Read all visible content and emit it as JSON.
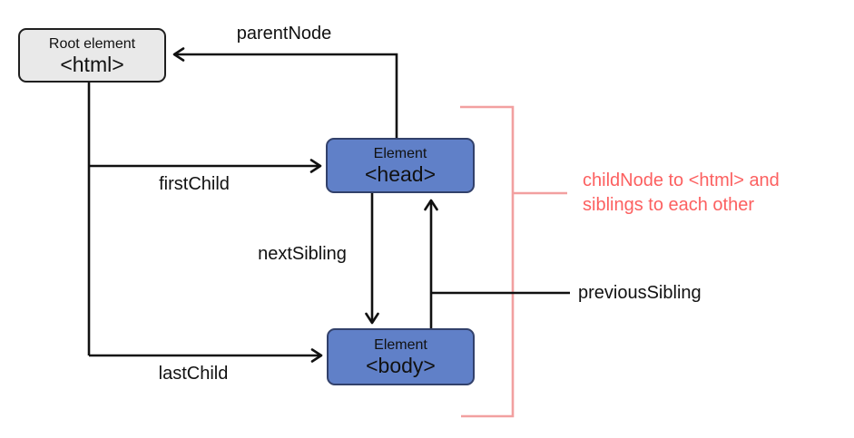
{
  "nodes": {
    "root": {
      "label": "Root element",
      "tag": "<html>"
    },
    "head": {
      "label": "Element",
      "tag": "<head>"
    },
    "body": {
      "label": "Element",
      "tag": "<body>"
    }
  },
  "edges": {
    "parent_node": "parentNode",
    "first_child": "firstChild",
    "next_sibling": "nextSibling",
    "last_child": "lastChild",
    "previous_sibling": "previousSibling"
  },
  "annotation": {
    "line1": "childNode to <html> and",
    "line2": "siblings to each other"
  },
  "colors": {
    "line_black": "#111111",
    "node_blue": "#6080c8",
    "node_blue_border": "#32416b",
    "node_gray": "#e9e9e9",
    "node_gray_border": "#1f1f1f",
    "bracket_pink": "#f2a0a0",
    "annotation_pink": "#fc6060"
  }
}
